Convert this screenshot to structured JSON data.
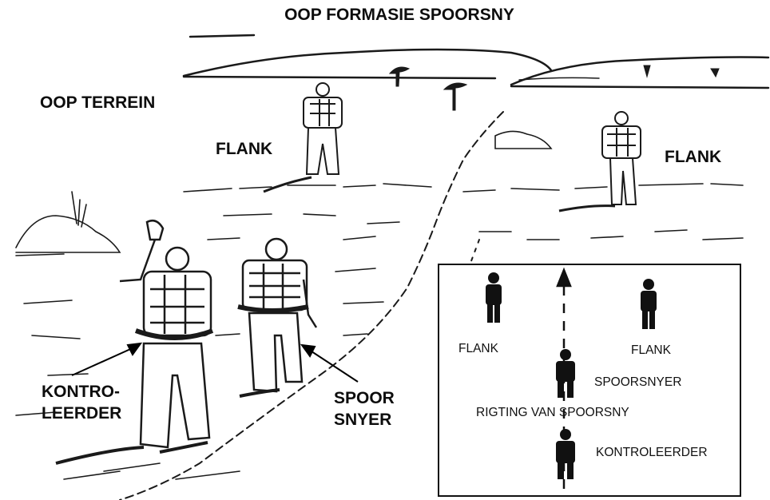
{
  "title": "OOP FORMASIE SPOORSNY",
  "scene_labels": {
    "open_terrain": "OOP TERREIN",
    "flank_left": "FLANK",
    "flank_right": "FLANK",
    "controller": "KONTRO-\nLEERDER",
    "tracker": "SPOOR\nSNYER"
  },
  "inset": {
    "flank_left": "FLANK",
    "flank_right": "FLANK",
    "tracker": "SPOORSNYER",
    "direction": "RIGTING VAN SPOORSNY",
    "controller": "KONTROLEERDER"
  },
  "colors": {
    "ink": "#0d0d0d",
    "paper": "#ffffff"
  }
}
